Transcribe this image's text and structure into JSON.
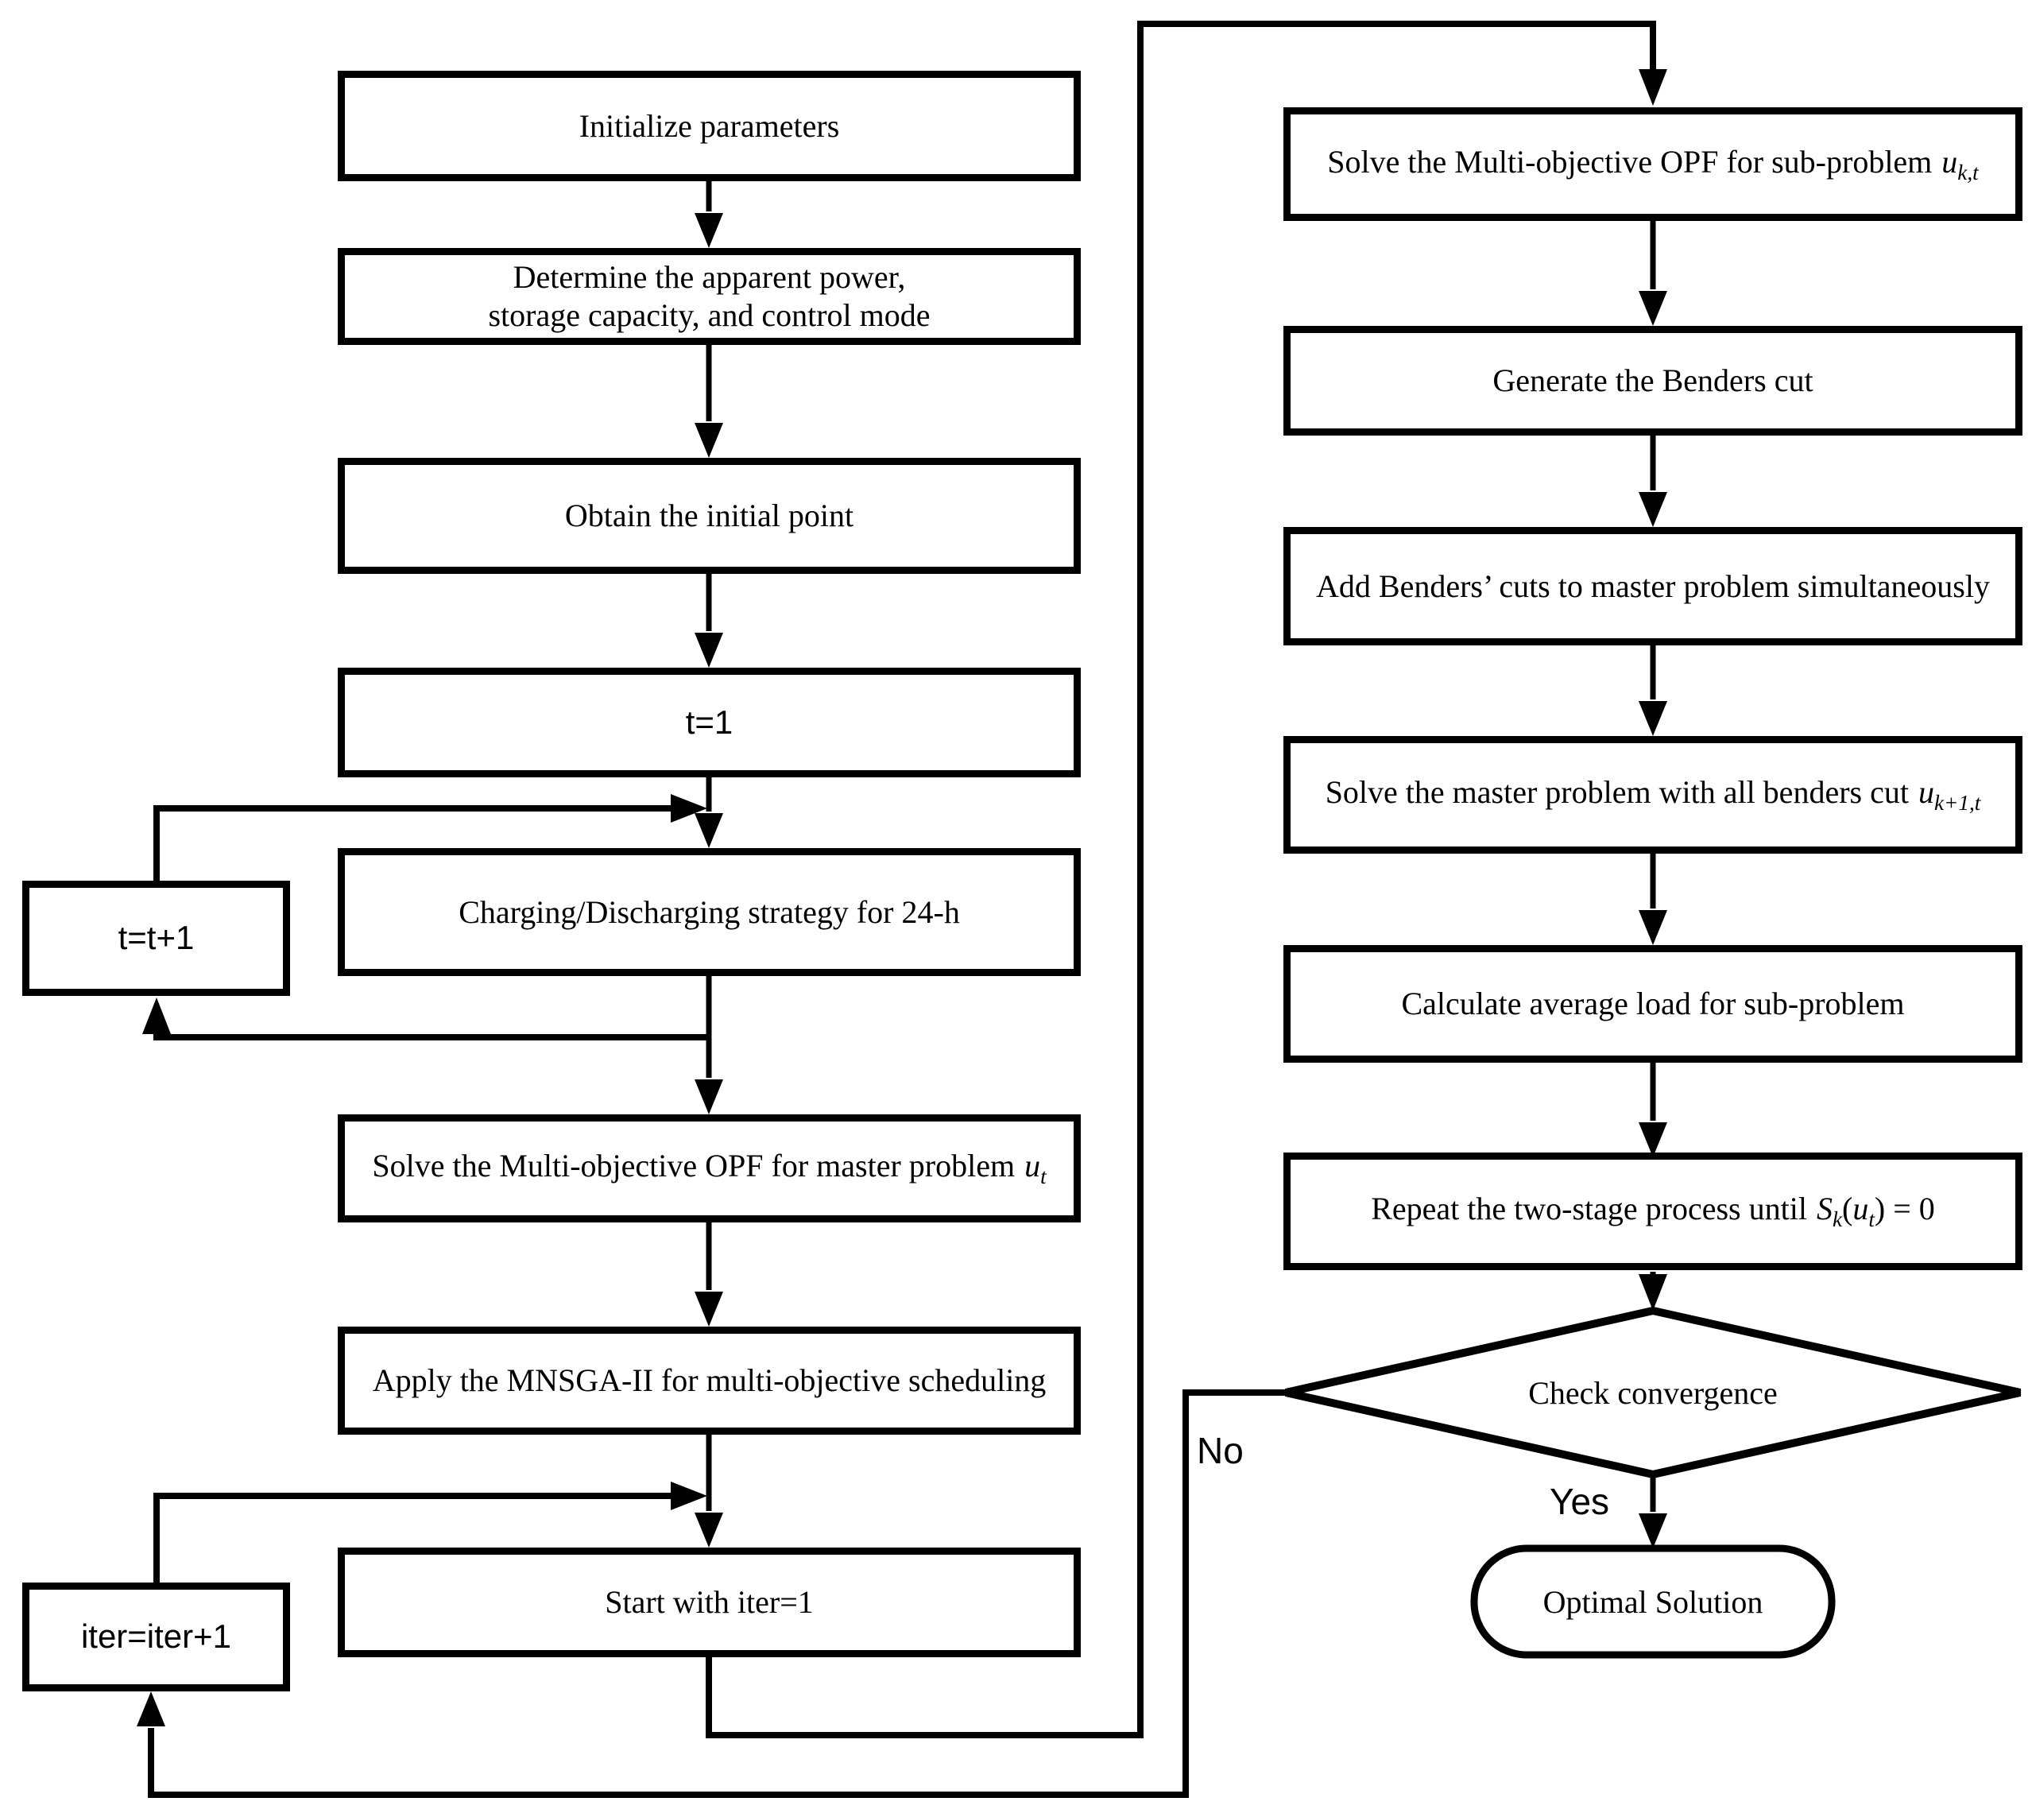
{
  "flowchart": {
    "colors": {
      "line": "#000000",
      "background": "#ffffff",
      "box_fill": "#ffffff",
      "text": "#000000"
    },
    "left_boxes": [
      {
        "label": "Initialize parameters"
      },
      {
        "line1": "Determine the apparent power,",
        "line2": "storage capacity, and control mode"
      },
      {
        "label": "Obtain the initial point"
      },
      {
        "label": "t=1"
      },
      {
        "label": "Charging/Discharging strategy for 24-h"
      },
      {
        "label": "Solve the Multi-objective OPF for master problem",
        "math_base": "u",
        "math_sub": "t"
      },
      {
        "label": "Apply the MNSGA-II for multi-objective scheduling"
      },
      {
        "label": "Start with iter=1"
      }
    ],
    "loop_boxes": {
      "t": {
        "label": "t=t+1"
      },
      "iter": {
        "label": "iter=iter+1"
      }
    },
    "right_boxes": [
      {
        "label": "Solve the Multi-objective OPF for sub-problem",
        "math_base": "u",
        "math_sub": "k,t"
      },
      {
        "label": "Generate the Benders cut"
      },
      {
        "label": "Add Benders’ cuts to master problem simultaneously"
      },
      {
        "label": "Solve the master problem with all benders cut",
        "math_base": "u",
        "math_sub": "k+1,t"
      },
      {
        "label": "Calculate average load for sub-problem"
      },
      {
        "label": "Repeat the two-stage process until",
        "math": {
          "s_base": "S",
          "s_sub": "k",
          "open": "(",
          "u_base": "u",
          "u_sub": "t",
          "close_eq": ") = 0"
        }
      }
    ],
    "decision": {
      "label": "Check convergence"
    },
    "terminal": {
      "label": "Optimal Solution"
    },
    "edge_labels": {
      "no": "No",
      "yes": "Yes"
    }
  }
}
